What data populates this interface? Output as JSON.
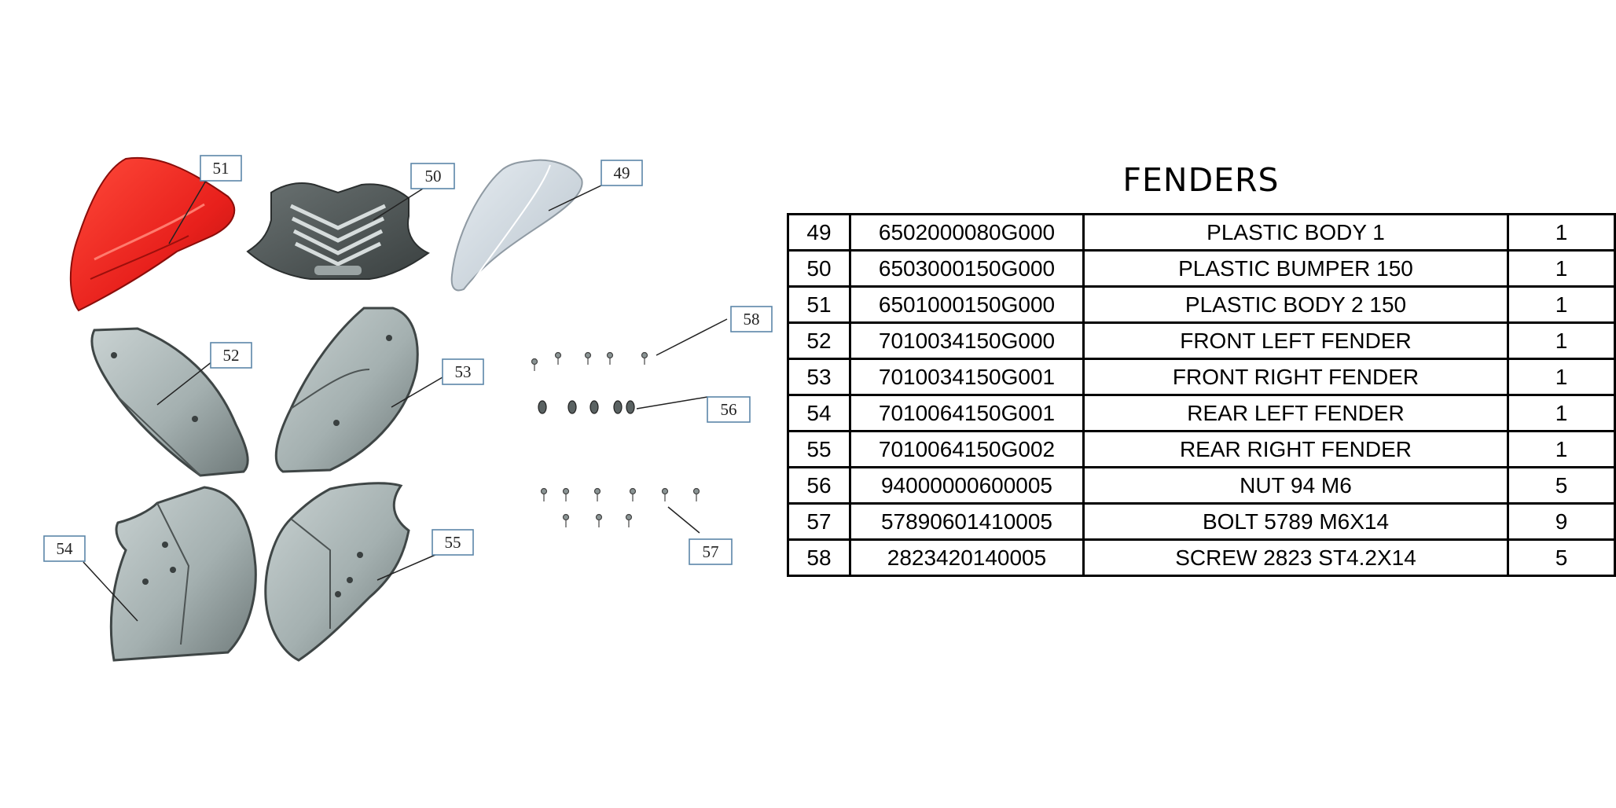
{
  "title": "FENDERS",
  "callouts": [
    "49",
    "50",
    "51",
    "52",
    "53",
    "54",
    "55",
    "56",
    "57",
    "58"
  ],
  "colors": {
    "highlight_part": "#e8201c",
    "part_body": "#a9b4b4",
    "part_edge": "#4d5454",
    "callout_border": "#5b86a8"
  },
  "table": {
    "rows": [
      [
        "49",
        "6502000080G000",
        "PLASTIC BODY 1",
        "1"
      ],
      [
        "50",
        "6503000150G000",
        "PLASTIC BUMPER 150",
        "1"
      ],
      [
        "51",
        "6501000150G000",
        "PLASTIC BODY 2 150",
        "1"
      ],
      [
        "52",
        "7010034150G000",
        "FRONT LEFT FENDER",
        "1"
      ],
      [
        "53",
        "7010034150G001",
        "FRONT RIGHT FENDER",
        "1"
      ],
      [
        "54",
        "7010064150G001",
        "REAR LEFT FENDER",
        "1"
      ],
      [
        "55",
        "7010064150G002",
        "REAR RIGHT FENDER",
        "1"
      ],
      [
        "56",
        "94000000600005",
        "NUT 94 M6",
        "5"
      ],
      [
        "57",
        "57890601410005",
        "BOLT 5789 M6X14",
        "9"
      ],
      [
        "58",
        "2823420140005",
        "SCREW 2823 ST4.2X14",
        "5"
      ]
    ]
  }
}
